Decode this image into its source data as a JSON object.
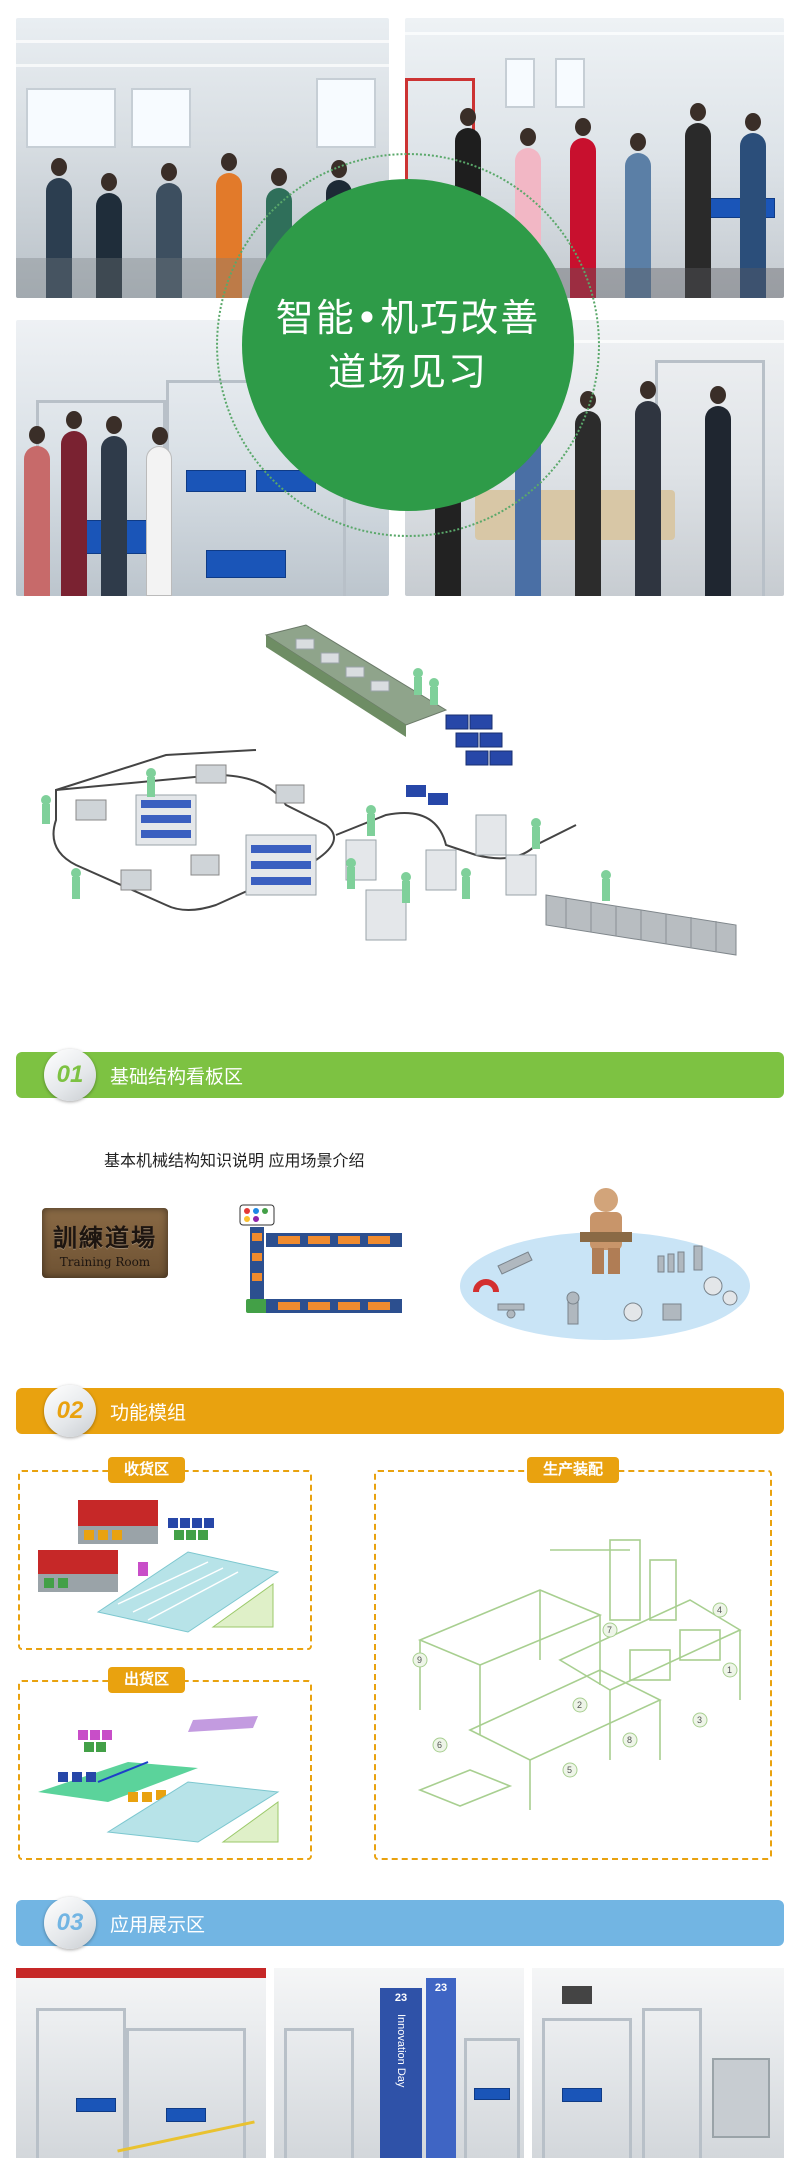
{
  "hero": {
    "title_line1": "智能•机巧改善",
    "title_line2": "道场见习"
  },
  "colors": {
    "brand_green": "#2e9b48",
    "section1": "#7dc242",
    "section2": "#e9a20f",
    "section3": "#72b5e3"
  },
  "sections": [
    {
      "num": "01",
      "title": "基础结构看板区"
    },
    {
      "num": "02",
      "title": "功能模组"
    },
    {
      "num": "03",
      "title": "应用展示区"
    }
  ],
  "section1": {
    "description": "基本机械结构知识说明 应用场景介绍",
    "sign_cn": "訓練道場",
    "sign_en": "Training Room"
  },
  "section2": {
    "receive_label": "收货区",
    "ship_label": "出货区",
    "assembly_label": "生产装配",
    "assembly_numbers": [
      "1",
      "2",
      "3",
      "4",
      "5",
      "6",
      "7",
      "8",
      "9"
    ]
  },
  "section3": {
    "pillar_numbers": [
      "23",
      "23"
    ],
    "pillar_text": "Innovation Day"
  }
}
